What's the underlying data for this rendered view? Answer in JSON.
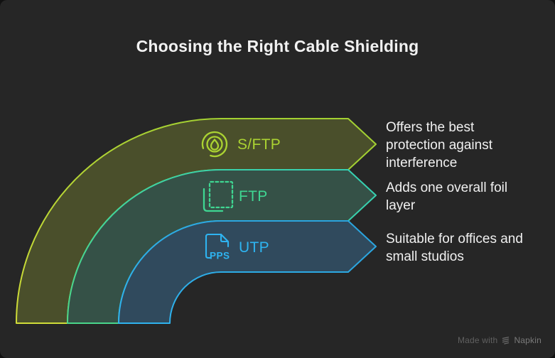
{
  "title": "Choosing the Right Cable Shielding",
  "colors": {
    "background": "#262626",
    "sftp_accent": "#b5d334",
    "ftp_accent": "#3fd68f",
    "utp_accent": "#2baae3",
    "text": "#f0f0f0"
  },
  "bands": [
    {
      "id": "sftp",
      "label": "S/FTP",
      "description": "Offers the best protection against interference",
      "color": "#b5d334",
      "icon": "flame-hotspot-icon"
    },
    {
      "id": "ftp",
      "label": "FTP",
      "description": "Adds one overall foil layer",
      "color": "#3fd68f",
      "icon": "dashed-selection-icon"
    },
    {
      "id": "utp",
      "label": "UTP",
      "description": "Suitable for offices and small studios",
      "color": "#2baae3",
      "icon": "file-pps-icon",
      "icon_text": "PPS"
    }
  ],
  "watermark": {
    "prefix": "Made with",
    "brand": "Napkin",
    "icon": "napkin-logo-icon"
  }
}
